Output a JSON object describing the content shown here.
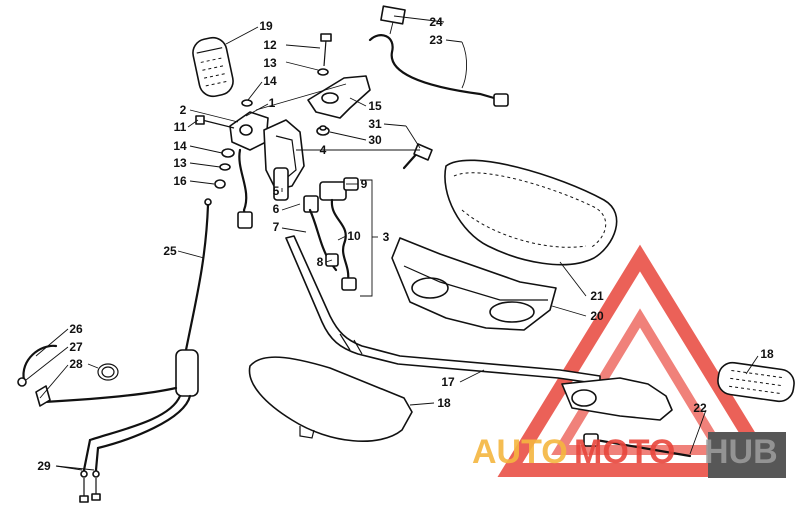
{
  "parts": [
    {
      "id": "p1",
      "label": "1"
    },
    {
      "id": "p2",
      "label": "2"
    },
    {
      "id": "p3",
      "label": "3"
    },
    {
      "id": "p4",
      "label": "4"
    },
    {
      "id": "p5",
      "label": "5"
    },
    {
      "id": "p6",
      "label": "6"
    },
    {
      "id": "p7",
      "label": "7"
    },
    {
      "id": "p8",
      "label": "8"
    },
    {
      "id": "p9",
      "label": "9"
    },
    {
      "id": "p10",
      "label": "10"
    },
    {
      "id": "p11",
      "label": "11"
    },
    {
      "id": "p12",
      "label": "12"
    },
    {
      "id": "p13a",
      "label": "13"
    },
    {
      "id": "p13b",
      "label": "13"
    },
    {
      "id": "p14a",
      "label": "14"
    },
    {
      "id": "p14b",
      "label": "14"
    },
    {
      "id": "p15",
      "label": "15"
    },
    {
      "id": "p16",
      "label": "16"
    },
    {
      "id": "p17",
      "label": "17"
    },
    {
      "id": "p18a",
      "label": "18"
    },
    {
      "id": "p18b",
      "label": "18"
    },
    {
      "id": "p19",
      "label": "19"
    },
    {
      "id": "p20",
      "label": "20"
    },
    {
      "id": "p21",
      "label": "21"
    },
    {
      "id": "p22",
      "label": "22"
    },
    {
      "id": "p23",
      "label": "23"
    },
    {
      "id": "p24",
      "label": "24"
    },
    {
      "id": "p25",
      "label": "25"
    },
    {
      "id": "p26",
      "label": "26"
    },
    {
      "id": "p27",
      "label": "27"
    },
    {
      "id": "p28",
      "label": "28"
    },
    {
      "id": "p29",
      "label": "29"
    },
    {
      "id": "p30",
      "label": "30"
    },
    {
      "id": "p31",
      "label": "31"
    }
  ],
  "watermark": {
    "part1": "AUTO",
    "part2": "MOTO",
    "part3": "HUB",
    "colors": {
      "triangle": "#e8463c",
      "auto": "#f5b640",
      "moto": "#e8463c",
      "hub": "#9a9a9a"
    }
  }
}
